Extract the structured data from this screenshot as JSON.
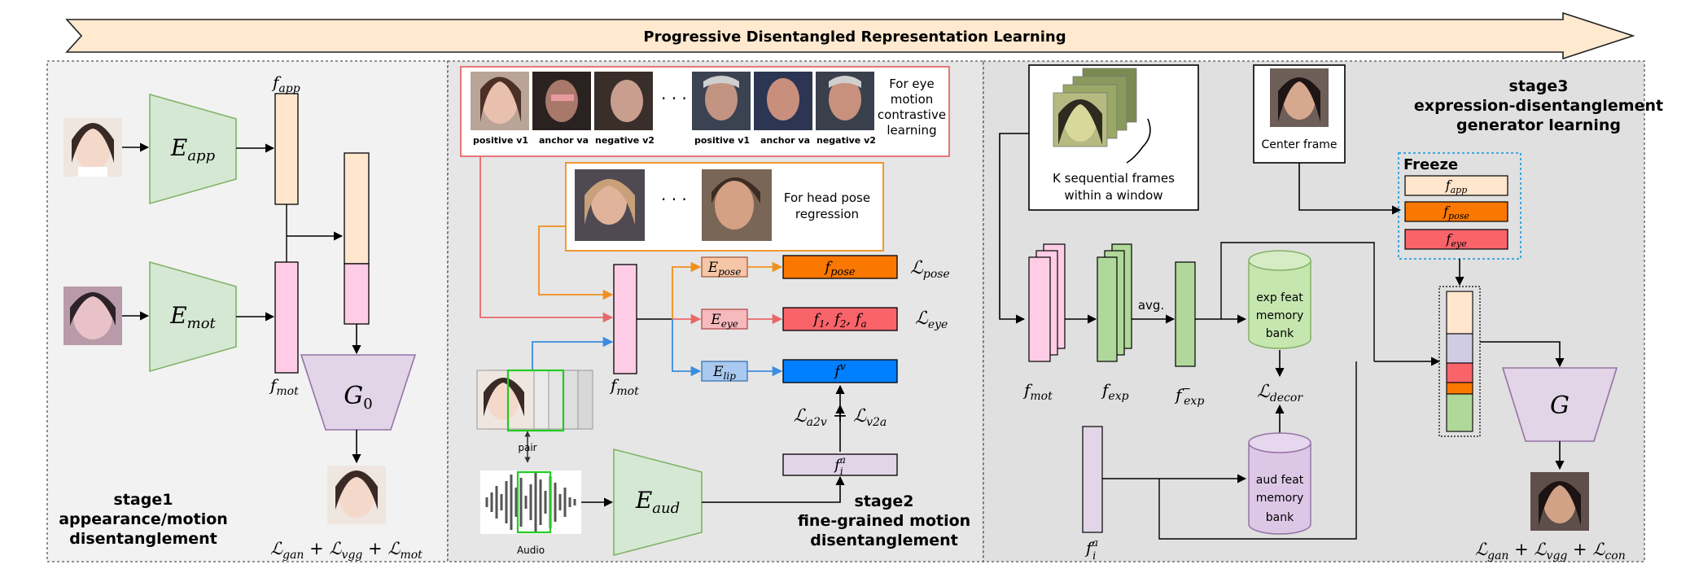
{
  "banner": {
    "title": "Progressive Disentangled Representation Learning"
  },
  "stage1": {
    "title_line1": "stage1",
    "title_line2": "appearance/motion",
    "title_line3": "disentanglement",
    "enc_app": "E_app",
    "enc_mot": "E_mot",
    "feat_app": "f_app",
    "feat_mot": "f_mot",
    "generator": "G_0",
    "loss": "L_gan + L_vgg + L_mot"
  },
  "stage2": {
    "title_line1": "stage2",
    "title_line2": "fine-grained motion",
    "title_line3": "disentanglement",
    "eye_caption_line1": "For eye",
    "eye_caption_line2": "motion",
    "eye_caption_line3": "contrastive",
    "eye_caption_line4": "learning",
    "eye_labels": [
      "positive v1",
      "anchor va",
      "negative v2",
      "positive v1",
      "anchor va",
      "negative v2"
    ],
    "pose_caption_line1": "For head pose",
    "pose_caption_line2": "regression",
    "ellipsis": "· · ·",
    "enc_pose": "E_pose",
    "enc_eye": "E_eye",
    "enc_lip": "E_lip",
    "enc_aud": "E_aud",
    "feat_pose": "f_pose",
    "feat_eye": "f_1, f_2, f_a",
    "feat_lip": "f^v",
    "feat_aud": "f_i^a",
    "feat_mot": "f_mot",
    "loss_pose": "L_pose",
    "loss_eye": "L_eye",
    "loss_sync": "L_a2v + L_v2a",
    "pair_label": "pair",
    "audio_label": "Audio"
  },
  "stage3": {
    "title_line1": "stage3",
    "title_line2": "expression-disentanglement",
    "title_line3": "generator learning",
    "frames_caption_line1": "K sequential frames",
    "frames_caption_line2": "within a window",
    "center_caption": "Center frame",
    "freeze": "Freeze",
    "freeze_items": [
      "f_app",
      "f_pose",
      "f_eye"
    ],
    "feat_mot": "f_mot",
    "feat_exp": "f_exp",
    "feat_exp_bar": "f̄_exp",
    "feat_aud": "f_i^a",
    "avg": "avg.",
    "exp_bank_line1": "exp feat",
    "exp_bank_line2": "memory",
    "exp_bank_line3": "bank",
    "aud_bank_line1": "aud feat",
    "aud_bank_line2": "memory",
    "aud_bank_line3": "bank",
    "loss_decor": "L_decor",
    "generator": "G",
    "loss": "L_gan + L_vgg + L_con"
  },
  "colors": {
    "encoder_fill": "#d5e8d4",
    "encoder_stroke": "#82b366",
    "generator_fill": "#e1d5e7",
    "generator_stroke": "#9673a6",
    "feat_app": "#ffe6cc",
    "feat_mot": "#ffcce6",
    "feat_pose": "#fa7800",
    "feat_eye": "#f8646a",
    "feat_lip": "#007fff",
    "panel_gray": "#e6e6e6",
    "arrow_orange": "#f0901c",
    "arrow_red": "#e8686a",
    "arrow_blue": "#3a8de0"
  }
}
